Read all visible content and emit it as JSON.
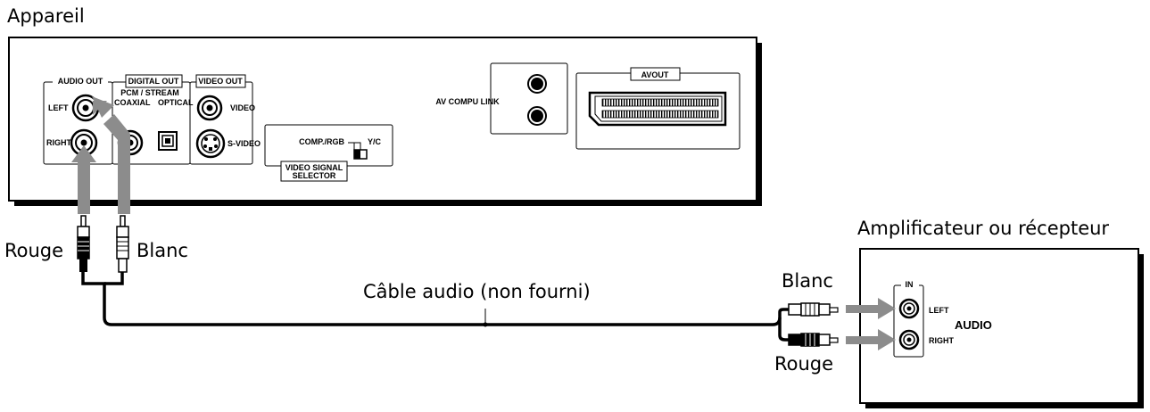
{
  "device": {
    "title": "Appareil",
    "audio_out": {
      "label": "AUDIO OUT",
      "left": "LEFT",
      "right": "RIGHT"
    },
    "digital_out": {
      "label": "DIGITAL OUT",
      "sub": "PCM / STREAM",
      "coaxial": "COAXIAL",
      "optical": "OPTICAL"
    },
    "video_out": {
      "label": "VIDEO OUT",
      "video": "VIDEO",
      "svideo": "S-VIDEO"
    },
    "selector": {
      "comp": "COMP./RGB",
      "yc": "Y/C",
      "line1": "VIDEO SIGNAL",
      "line2": "SELECTOR"
    },
    "av_compu_link": "AV COMPU LINK",
    "avout": "AVOUT"
  },
  "amplifier": {
    "title": "Amplificateur ou récepteur",
    "in": "IN",
    "left": "LEFT",
    "right": "RIGHT",
    "audio": "AUDIO"
  },
  "cable": {
    "label": "Câble audio (non fourni)",
    "device_red": "Rouge",
    "device_white": "Blanc",
    "amp_white": "Blanc",
    "amp_red": "Rouge"
  }
}
